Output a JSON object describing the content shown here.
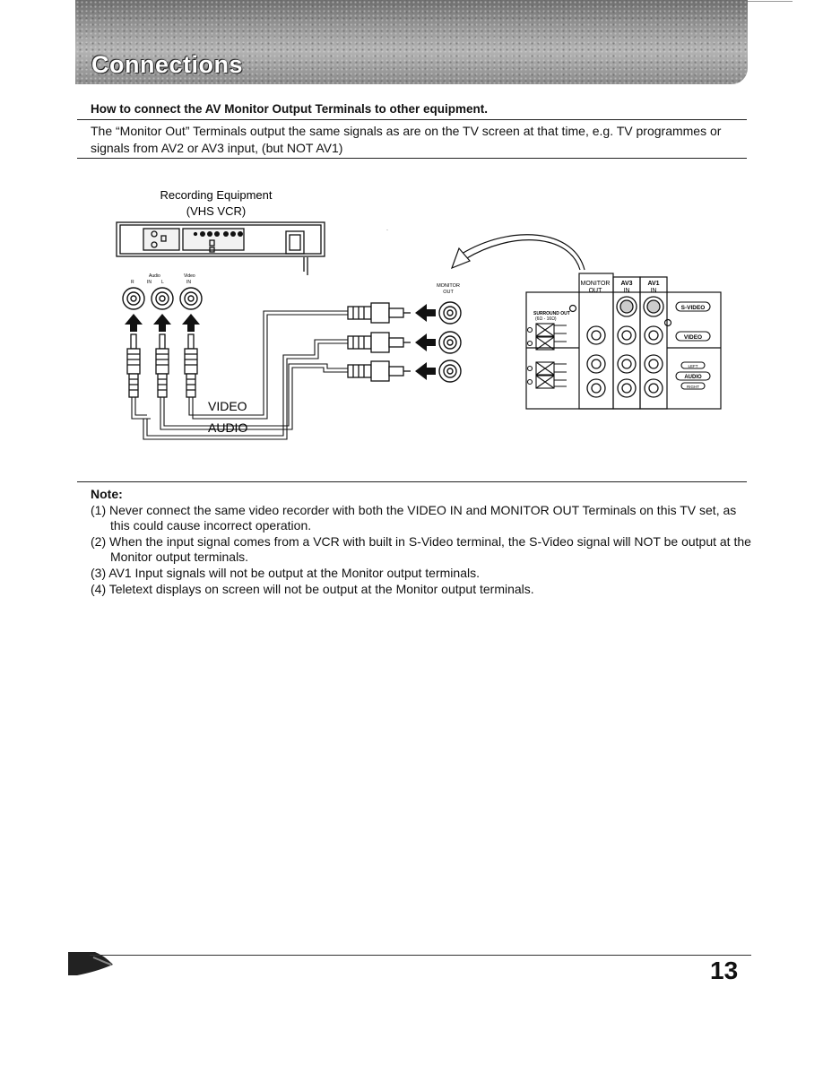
{
  "header": {
    "title": "Connections"
  },
  "section": {
    "heading": "How to connect the AV Monitor Output Terminals to other equipment.",
    "intro": "The “Monitor Out” Terminals output the same signals as are on the TV screen at that time, e.g. TV programmes or signals from AV2 or AV3 input, (but NOT AV1)"
  },
  "diagram": {
    "recorder_label_1": "Recording Equipment",
    "recorder_label_2": "(VHS VCR)",
    "vcr_audio_label": "Audio",
    "vcr_video_label": "Video",
    "vcr_r": "R",
    "vcr_in": "IN",
    "vcr_l": "L",
    "vcr_video_in": "IN",
    "monitor_out_1": "MONITOR",
    "monitor_out_2": "OUT",
    "cable_video": "VIDEO",
    "cable_audio": "AUDIO",
    "panel_monitor_1": "MONITOR",
    "panel_monitor_2": "OUT",
    "panel_av3_1": "AV3",
    "panel_av3_2": "IN",
    "panel_av1_1": "AV1",
    "panel_av1_2": "IN",
    "panel_surround_1": "SURROUND OUT",
    "panel_surround_2": "(6Ω - 16Ω)",
    "panel_svideo": "S-VIDEO",
    "panel_video": "VIDEO",
    "panel_left": "LEFT",
    "panel_audio": "AUDIO",
    "panel_right": "RIGHT"
  },
  "note": {
    "title": "Note:",
    "items": [
      "(1) Never connect the same video recorder with both the VIDEO IN and MONITOR OUT Terminals on this TV set, as this could cause incorrect operation.",
      "(2) When the input signal comes from a VCR with built in S-Video terminal, the S-Video signal will NOT be output at the Monitor output terminals.",
      "(3) AV1 Input signals will not be output at the Monitor output terminals.",
      "(4) Teletext displays on screen will not be output at the Monitor output terminals."
    ]
  },
  "footer": {
    "page_number": "13"
  }
}
